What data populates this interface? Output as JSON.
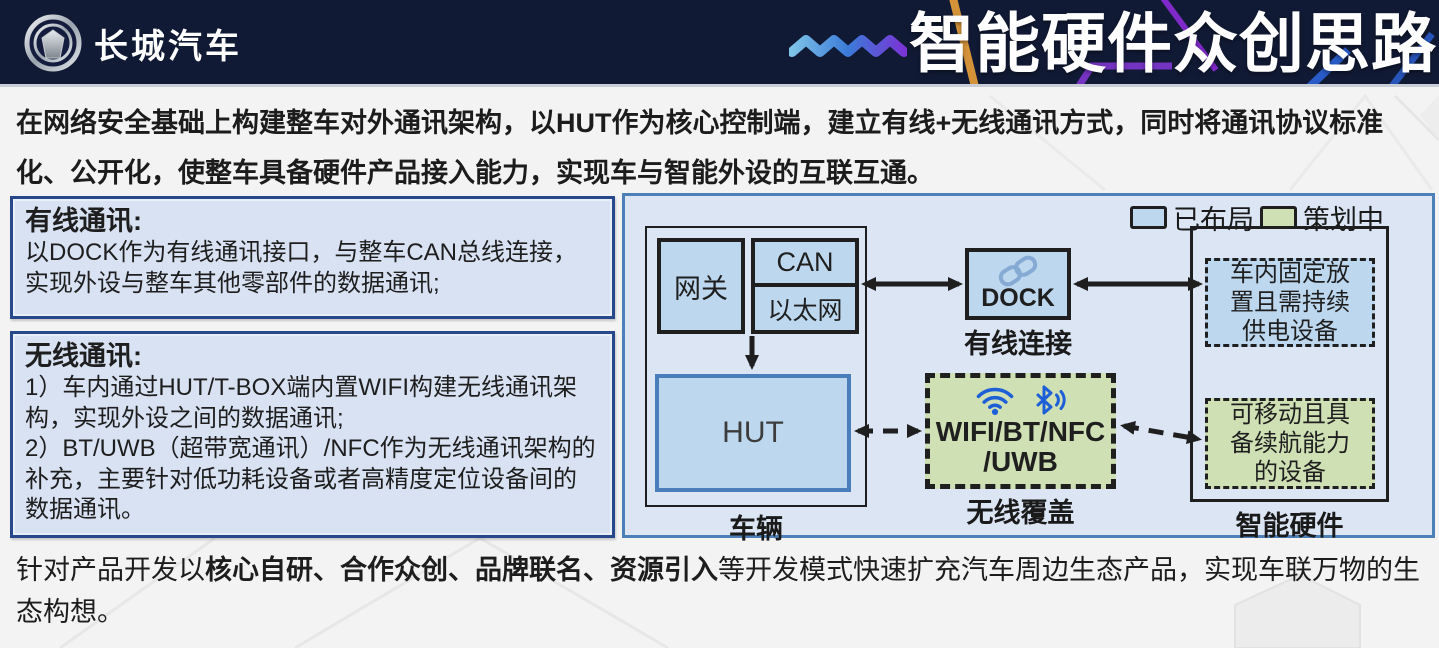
{
  "header": {
    "logo_text": "长城汽车",
    "title": "智能硬件众创思路"
  },
  "intro": "在网络安全基础上构建整车对外通讯架构，以HUT作为核心控制端，建立有线+无线通讯方式，同时将通讯协议标准化、公开化，使整车具备硬件产品接入能力，实现车与智能外设的互联互通。",
  "wired_box": {
    "title": "有线通讯:",
    "body": "以DOCK作为有线通讯接口，与整车CAN总线连接，实现外设与整车其他零部件的数据通讯;"
  },
  "wireless_box": {
    "title": "无线通讯:",
    "line1": "1）车内通过HUT/T-BOX端内置WIFI构建无线通讯架构，实现外设之间的数据通讯;",
    "line2": "2）BT/UWB（超带宽通讯）/NFC作为无线通讯架构的补充，主要针对低功耗设备或者高精度定位设备间的数据通讯。"
  },
  "diagram": {
    "legend": {
      "deployed": "已布局",
      "planning": "策划中",
      "deployed_color": "#bdd7ee",
      "planning_color": "#cfe0b4"
    },
    "vehicle_label": "车辆",
    "gateway": "网关",
    "can": "CAN",
    "ethernet": "以太网",
    "hut": "HUT",
    "dock": "DOCK",
    "wired_link_label": "有线连接",
    "wireless_line1": "WIFI/BT/NFC",
    "wireless_line2": "/UWB",
    "wireless_label": "无线覆盖",
    "hardware_label": "智能硬件",
    "fixed_device": "车内固定放置且需持续供电设备",
    "mobile_device": "可移动且具备续航能力的设备"
  },
  "footer": {
    "prefix": "针对产品开发以",
    "bold_terms": "核心自研、合作众创、品牌联名、资源引入",
    "suffix": "等开发模式快速扩充汽车周边生态产品，实现车联万物的生态构想。"
  },
  "icons": {
    "logo": "gwm-logo-badge",
    "title_zigzag": "zigzag-line-icon",
    "dock": "chain-link-icon",
    "wifi": "wifi-icon",
    "bluetooth": "bluetooth-icon"
  },
  "colors": {
    "header_bg": "#111a35",
    "box_border_blue": "#27498c",
    "box_fill_blue": "#d8e2f2",
    "diagram_bg": "#dbe5f4",
    "diagram_border": "#4e80b8",
    "node_blue": "#bdd7ee",
    "node_green": "#cfe0b4",
    "hut_border": "#4a7ebb",
    "icon_blue": "#1d5fd6"
  }
}
